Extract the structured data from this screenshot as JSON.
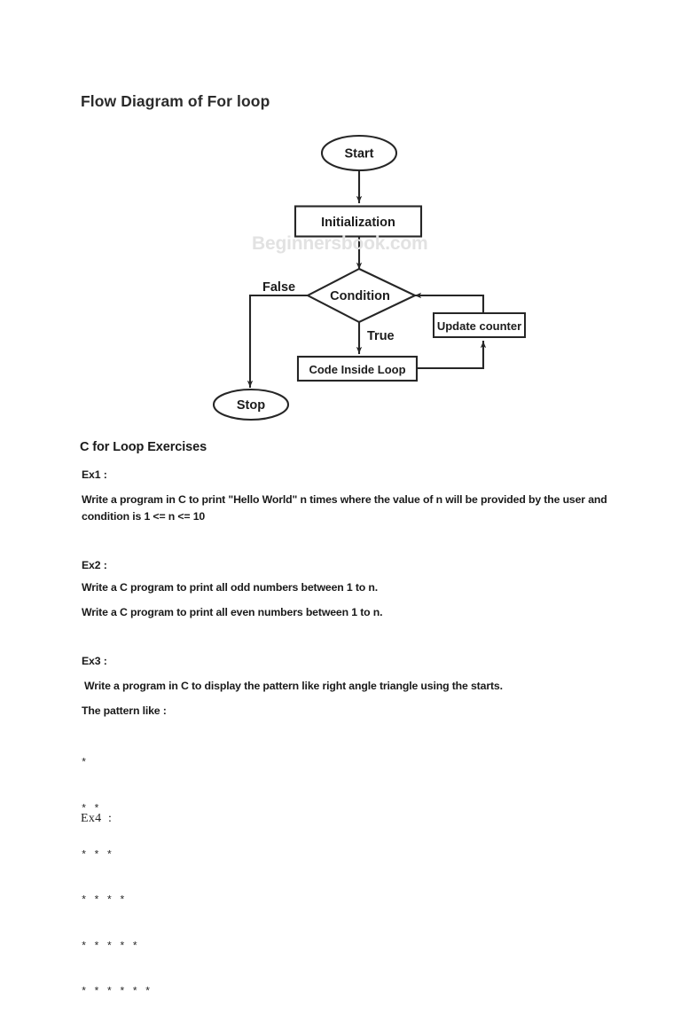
{
  "document": {
    "title": "Flow Diagram of For loop",
    "watermark": "Beginnersbook.com"
  },
  "flowchart": {
    "nodes": {
      "start": "Start",
      "initialization": "Initialization",
      "condition": "Condition",
      "code_inside_loop": "Code Inside Loop",
      "update_counter": "Update counter",
      "stop": "Stop"
    },
    "edge_labels": {
      "false": "False",
      "true": "True"
    },
    "stroke_color": "#262626"
  },
  "content": {
    "section_heading": "C for Loop Exercises",
    "ex1_label": "Ex1 :",
    "ex1_text": "Write a program in C to print \"Hello World\" n times where the value of n will be provided by the user and condition is 1 <= n <= 10",
    "ex2_label": "Ex2 :",
    "ex2_line1": "Write a C program to print all odd numbers between 1 to n.",
    "ex2_line2": "Write a C program to print all even numbers between 1 to n.",
    "ex3_label": "Ex3 :",
    "ex3_text": "Write a program in C to display the pattern like right angle triangle using the starts.",
    "pattern_intro": "The pattern like :",
    "pattern_lines": [
      "*",
      "* *",
      "* * *",
      "* * * *",
      "* * * * *",
      "* * * * * *"
    ],
    "ex4_label": "Ex4  :"
  }
}
